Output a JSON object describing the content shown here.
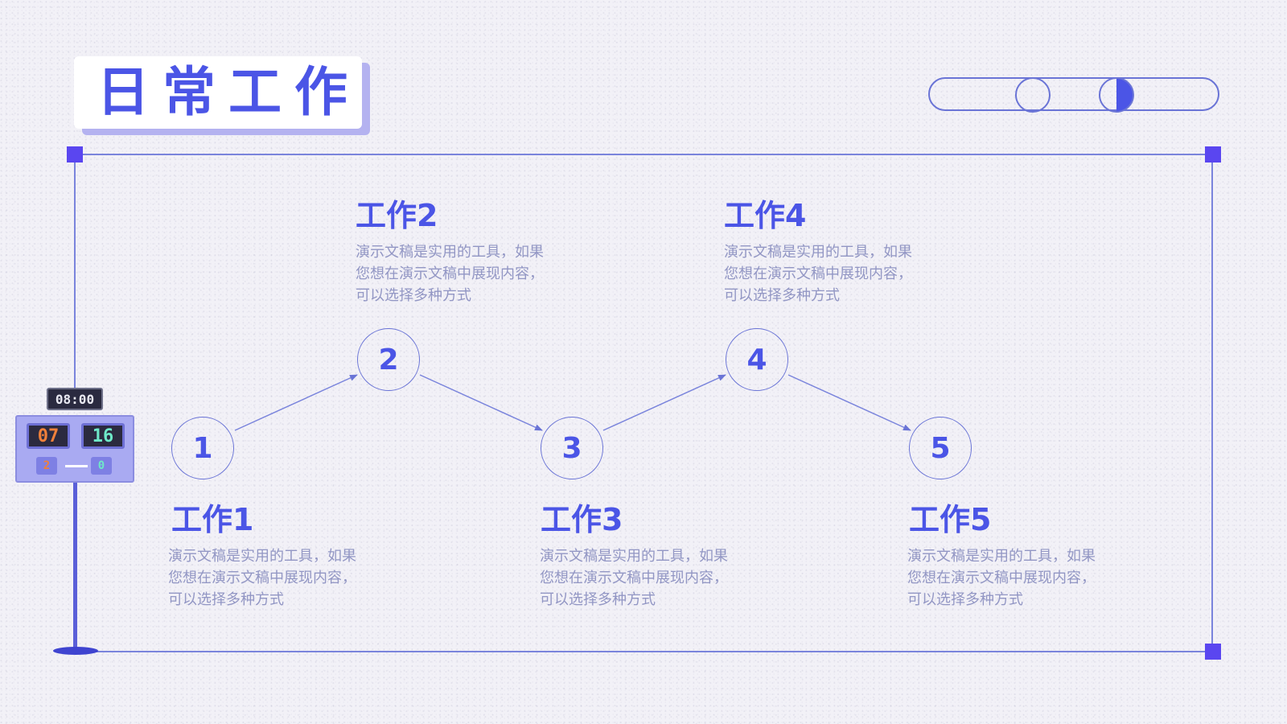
{
  "title": "日常工作",
  "scoreboard": {
    "clock": "08:00",
    "left_score": "07",
    "right_score": "16",
    "left_small": "2",
    "right_small": "0"
  },
  "steps": [
    {
      "number": "1",
      "title": "工作1",
      "desc_lines": [
        "演示文稿是实用的工具，如果",
        "您想在演示文稿中展现内容，",
        "可以选择多种方式"
      ]
    },
    {
      "number": "2",
      "title": "工作2",
      "desc_lines": [
        "演示文稿是实用的工具，如果",
        "您想在演示文稿中展现内容，",
        "可以选择多种方式"
      ]
    },
    {
      "number": "3",
      "title": "工作3",
      "desc_lines": [
        "演示文稿是实用的工具，如果",
        "您想在演示文稿中展现内容，",
        "可以选择多种方式"
      ]
    },
    {
      "number": "4",
      "title": "工作4",
      "desc_lines": [
        "演示文稿是实用的工具，如果",
        "您想在演示文稿中展现内容，",
        "可以选择多种方式"
      ]
    },
    {
      "number": "5",
      "title": "工作5",
      "desc_lines": [
        "演示文稿是实用的工具，如果",
        "您想在演示文稿中展现内容，",
        "可以选择多种方式"
      ]
    }
  ],
  "colors": {
    "accent": "#4b55e6",
    "frame": "#7a84dc",
    "corner": "#5a46f0",
    "desc_text": "#9296c4",
    "shadow": "#b4b2f0"
  }
}
